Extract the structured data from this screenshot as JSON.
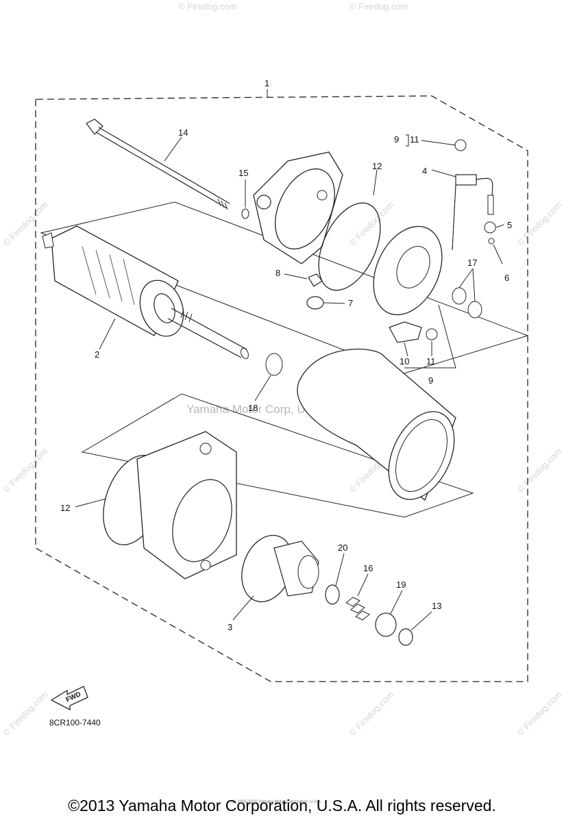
{
  "diagram": {
    "doc_code": "8CR100-7440",
    "fwd_label": "FWD",
    "watermark_center": "Yamaha Motor Corp, U.S.A.",
    "watermark_site": "© Firedog.com",
    "fine_print": "(c) 2005-2015 Yamaha Motor Corporation, U.S.A.",
    "copyright": "©2013 Yamaha Motor Corporation, U.S.A. All rights reserved.",
    "callouts": {
      "c1": "1",
      "c2": "2",
      "c3": "3",
      "c4": "4",
      "c5": "5",
      "c6": "6",
      "c7": "7",
      "c8": "8",
      "c9a": "9",
      "c9b": "9",
      "c10": "10",
      "c11a": "11",
      "c11b": "11",
      "c12a": "12",
      "c12b": "12",
      "c13": "13",
      "c14": "14",
      "c15": "15",
      "c16": "16",
      "c17": "17",
      "c18": "18",
      "c19": "19",
      "c20": "20"
    }
  }
}
